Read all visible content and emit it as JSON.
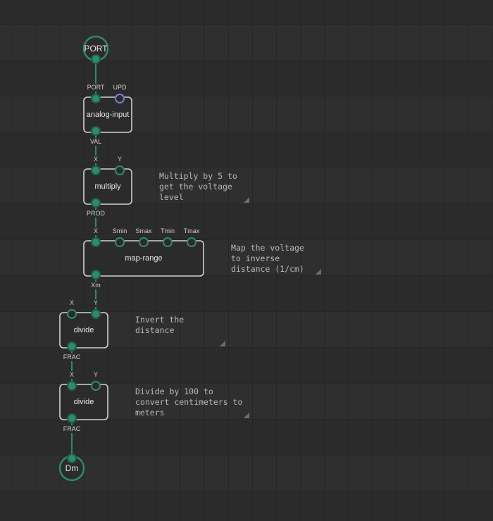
{
  "colors": {
    "background": "#2b2b2b",
    "grid_band": "#2f2f2f",
    "grid_line": "#262626",
    "node_fill": "#2b2b2b",
    "node_border": "#d2d2d2",
    "link": "#2e8b6c",
    "pin_fill": "#2e8b6c",
    "pin_stroke": "#1f5f4a",
    "pin_pulse": "#7b7bd6",
    "comment_text": "#b9b9b9"
  },
  "nodes": [
    {
      "id": "port-in",
      "kind": "terminal",
      "title": "PORT"
    },
    {
      "id": "analog-input",
      "kind": "node",
      "title": "analog-input",
      "inputs": [
        {
          "label": "PORT",
          "style": "filled"
        },
        {
          "label": "UPD",
          "style": "pulse"
        }
      ],
      "outputs": [
        {
          "label": "VAL"
        }
      ]
    },
    {
      "id": "multiply",
      "kind": "node",
      "title": "multiply",
      "inputs": [
        {
          "label": "X",
          "style": "filled"
        },
        {
          "label": "Y",
          "style": "open"
        }
      ],
      "outputs": [
        {
          "label": "PROD"
        }
      ]
    },
    {
      "id": "map-range",
      "kind": "node",
      "title": "map-range",
      "inputs": [
        {
          "label": "X",
          "style": "filled"
        },
        {
          "label": "Smin",
          "style": "open"
        },
        {
          "label": "Smax",
          "style": "open"
        },
        {
          "label": "Tmin",
          "style": "open"
        },
        {
          "label": "Tmax",
          "style": "open"
        }
      ],
      "outputs": [
        {
          "label": "Xm"
        }
      ]
    },
    {
      "id": "divide-1",
      "kind": "node",
      "title": "divide",
      "inputs": [
        {
          "label": "X",
          "style": "open"
        },
        {
          "label": "Y",
          "style": "filled"
        }
      ],
      "outputs": [
        {
          "label": "FRAC"
        }
      ]
    },
    {
      "id": "divide-2",
      "kind": "node",
      "title": "divide",
      "inputs": [
        {
          "label": "X",
          "style": "filled"
        },
        {
          "label": "Y",
          "style": "open"
        }
      ],
      "outputs": [
        {
          "label": "FRAC"
        }
      ]
    },
    {
      "id": "dm-out",
      "kind": "terminal",
      "title": "Dm"
    }
  ],
  "links": [
    {
      "from": "port-in",
      "to": "analog-input.PORT"
    },
    {
      "from": "analog-input.VAL",
      "to": "multiply.X"
    },
    {
      "from": "multiply.PROD",
      "to": "map-range.X"
    },
    {
      "from": "map-range.Xm",
      "to": "divide-1.Y"
    },
    {
      "from": "divide-1.FRAC",
      "to": "divide-2.X"
    },
    {
      "from": "divide-2.FRAC",
      "to": "dm-out"
    }
  ],
  "comments": [
    {
      "text": "Multiply by 5 to\nget the voltage\nlevel"
    },
    {
      "text": "Map the voltage\nto inverse\ndistance (1/cm)"
    },
    {
      "text": "Invert the\ndistance"
    },
    {
      "text": "Divide by 100 to\nconvert centimeters to\nmeters"
    }
  ]
}
